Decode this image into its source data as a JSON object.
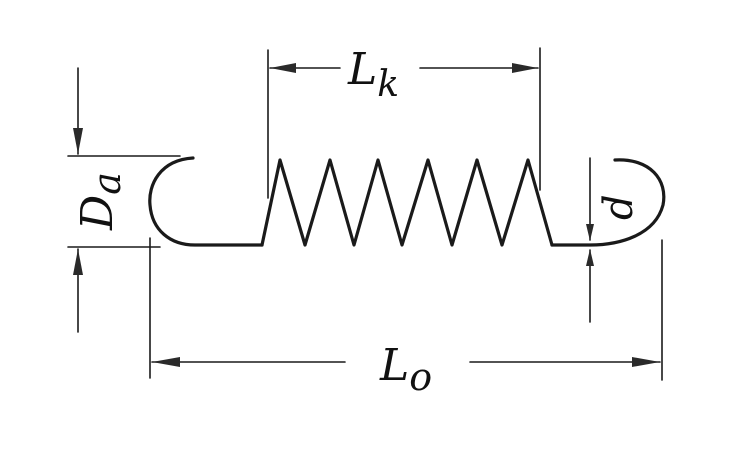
{
  "labels": {
    "free_length": "L",
    "free_length_sub": "o",
    "body_length": "L",
    "body_length_sub": "k",
    "outer_diameter": "D",
    "outer_diameter_sub": "a",
    "wire_diameter": "d"
  }
}
